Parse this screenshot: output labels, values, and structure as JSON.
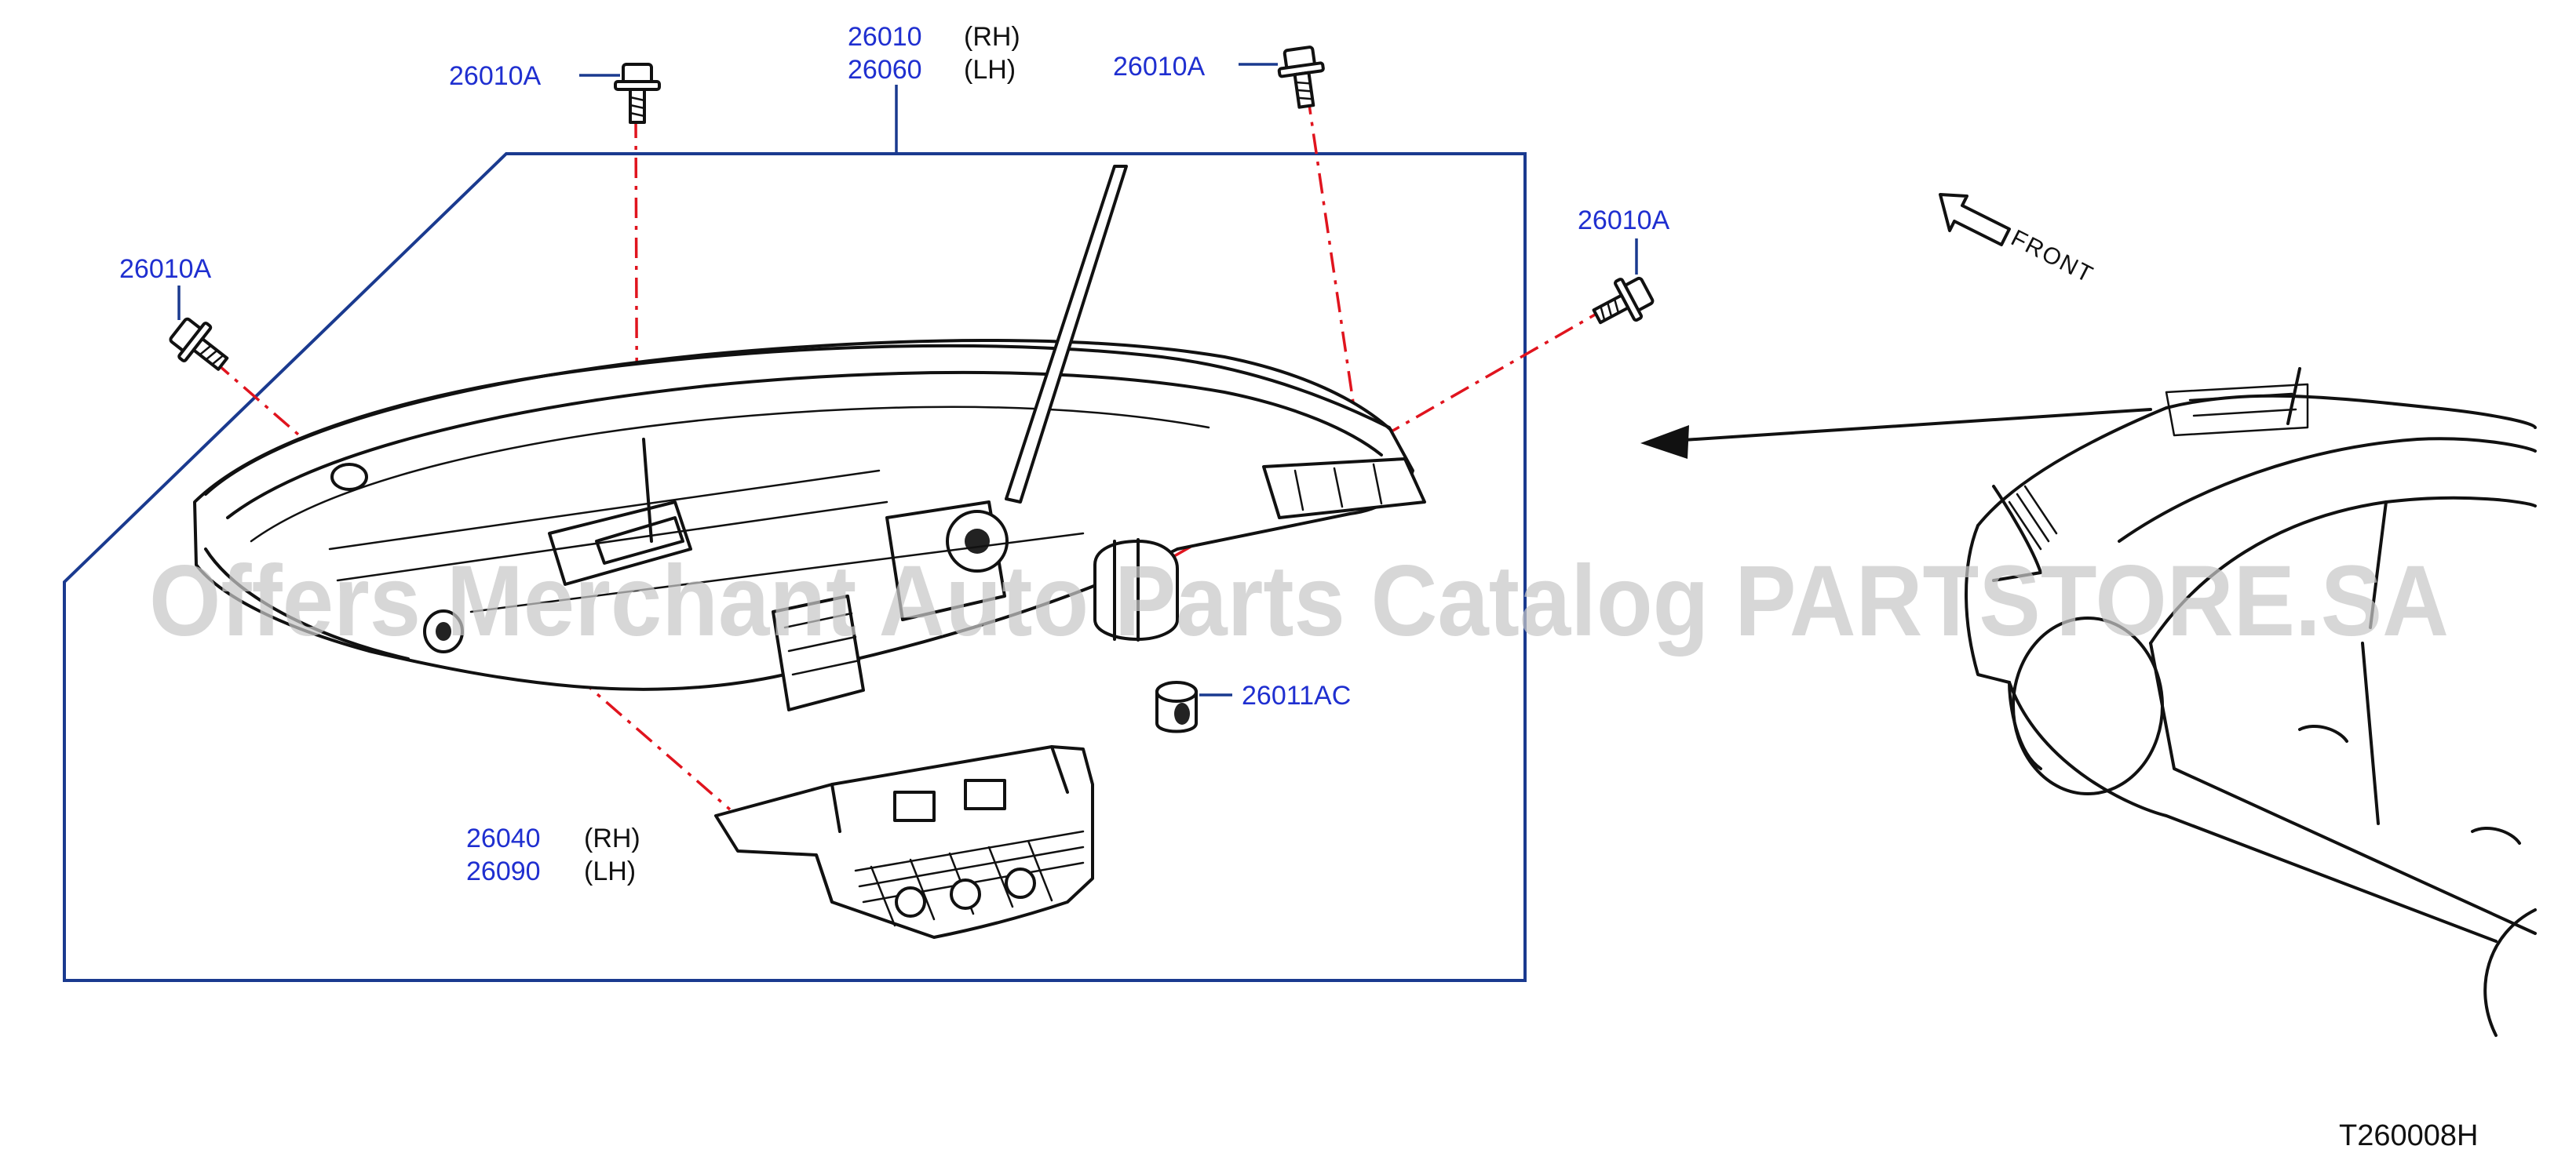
{
  "callouts": {
    "headlamp_rh_code": "26010",
    "headlamp_rh_side": "(RH)",
    "headlamp_lh_code": "26060",
    "headlamp_lh_side": "(LH)",
    "bolt_top_left": "26010A",
    "bolt_top_right": "26010A",
    "bolt_left": "26010A",
    "bolt_right": "26010A",
    "bulb_socket": "26011AC",
    "bracket_rh_code": "26040",
    "bracket_rh_side": "(RH)",
    "bracket_lh_code": "26090",
    "bracket_lh_side": "(LH)"
  },
  "front_label": "FRONT",
  "diagram_code": "T260008H",
  "watermark": "Offers Merchant Auto Parts Catalog PARTSTORE.SA",
  "colors": {
    "callout_text": "#1f2fd0",
    "frame_line": "#1a3a8f",
    "dash_line": "#e0141e",
    "ink": "#111111"
  }
}
